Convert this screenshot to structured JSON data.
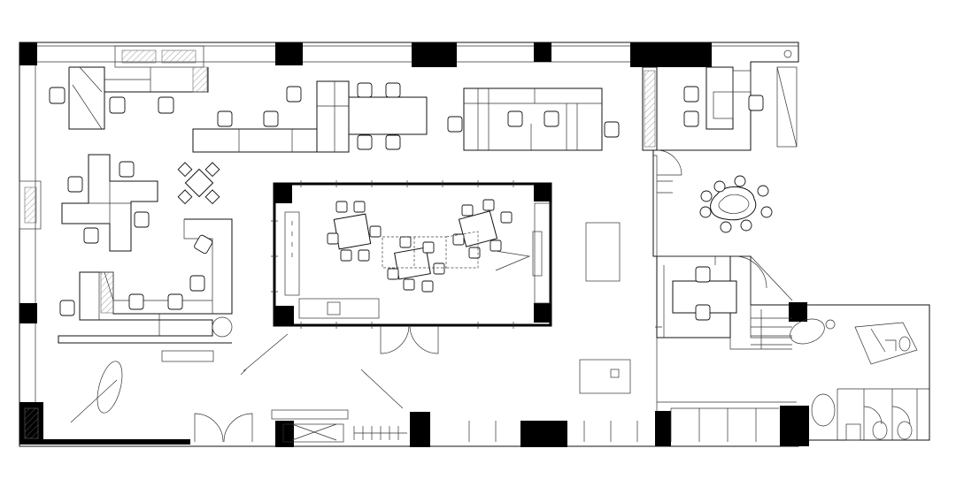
{
  "plan": {
    "colors": {
      "line": "#111111",
      "column_fill": "#000000",
      "background": "#ffffff"
    },
    "rooms": [
      "open-office",
      "central-glass-meeting-room",
      "north-east-office",
      "round-meeting-room",
      "small-office",
      "stair-hall",
      "restrooms",
      "reception-area"
    ]
  }
}
